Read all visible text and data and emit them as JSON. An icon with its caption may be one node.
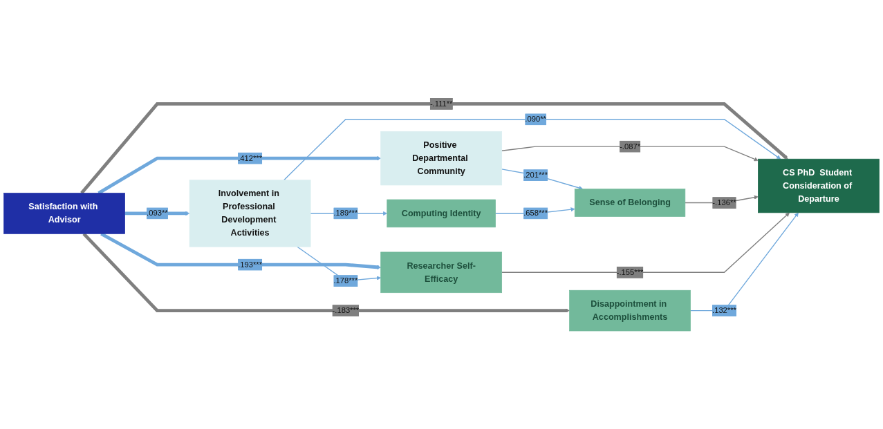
{
  "diagram": {
    "nodes": [
      {
        "text": [
          "Computing Identity"
        ]
      },
      {
        "text": [
          "Involvement in Professional Development Activities"
        ]
      },
      {
        "text": [
          "Sense of Belonging"
        ]
      },
      {
        "text": [
          "Researcher Self-Efficacy"
        ]
      },
      {
        "text": [
          "Positive Departmental Community"
        ]
      },
      {
        "text": [
          "Disappointment in Accomplishments"
        ]
      },
      {
        "text": [
          "Satisfaction with Advisor"
        ]
      },
      {
        "text": [
          "CS PhD  Student Consideration of Departure"
        ]
      }
    ],
    "edges": [
      {
        "from": 6,
        "to": 1,
        "arrow": "to",
        "label": ".093**",
        "style": "thick"
      },
      {
        "from": 6,
        "to": 4,
        "arrow": "to",
        "label": ".412***",
        "style": "thick"
      },
      {
        "from": 6,
        "to": 3,
        "arrow": "to",
        "label": ".193***",
        "style": "thick"
      },
      {
        "from": 6,
        "to": 5,
        "arrow": "to",
        "label": "-.183***",
        "style": "thick",
        "color": "#7f7f7f"
      },
      {
        "from": 6,
        "to": 7,
        "arrow": "to",
        "label": "-.111**",
        "style": "thick",
        "color": "#7f7f7f"
      },
      {
        "from": 1,
        "to": 0,
        "arrow": "to",
        "label": ".189***"
      },
      {
        "from": 1,
        "to": 3,
        "arrow": "to",
        "label": ".178***"
      },
      {
        "from": 1,
        "to": 7,
        "arrow": "to",
        "label": ".090**"
      },
      {
        "from": 4,
        "to": 2,
        "arrow": "to",
        "label": ".201***"
      },
      {
        "from": 4,
        "to": 7,
        "arrow": "to",
        "label": "-.087*",
        "color": "#7f7f7f"
      },
      {
        "from": 0,
        "to": 2,
        "arrow": "to",
        "label": ".658***"
      },
      {
        "from": 2,
        "to": 7,
        "arrow": "to",
        "label": "-.136**",
        "color": "#7f7f7f"
      },
      {
        "from": 3,
        "to": 7,
        "arrow": "to",
        "label": "-.155***",
        "color": "#7f7f7f"
      },
      {
        "from": 5,
        "to": 7,
        "arrow": "to",
        "label": ".132***"
      }
    ]
  }
}
